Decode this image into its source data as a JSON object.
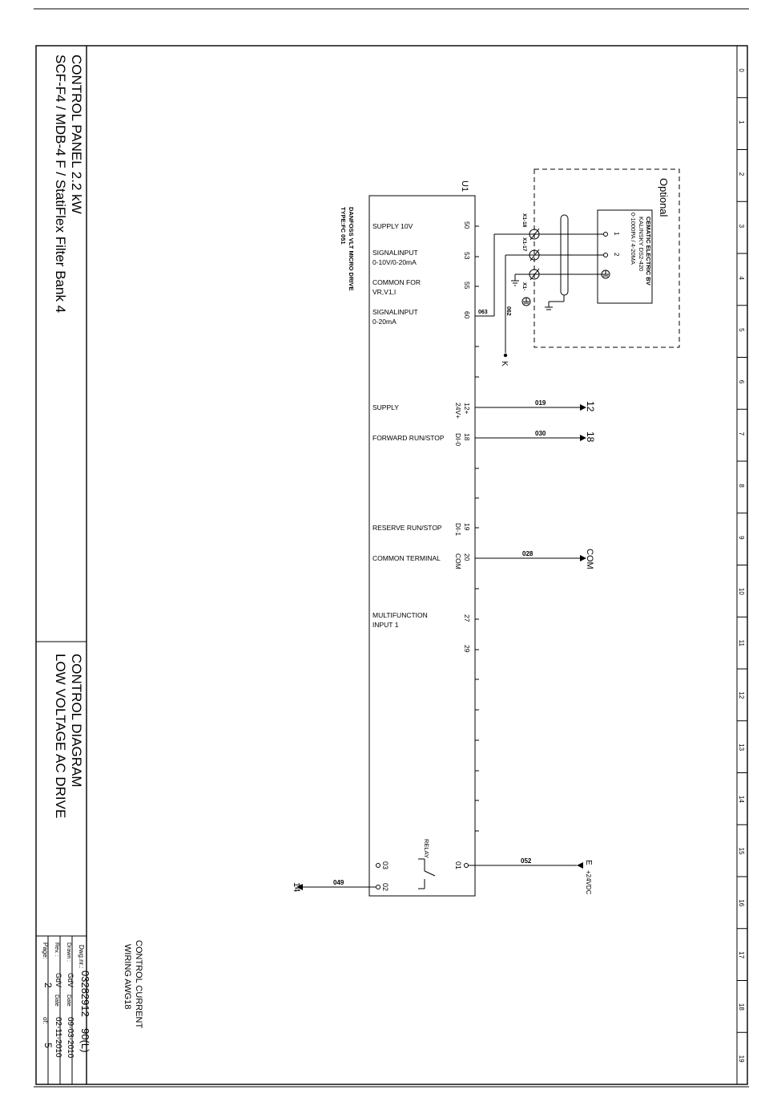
{
  "title_block": {
    "panel_title": "CONTROL PANEL 2.2 kW",
    "panel_subtitle": "SCF-F4 / MDB-4 F / StatiFlex Filter Bank 4",
    "diagram_title": "CONTROL DIAGRAM",
    "diagram_subtitle": "LOW VOLTAGE AC DRIVE",
    "dwg_label": "Dwg.nr.:",
    "dwg_number": "03282912",
    "dwg_rev": "90(L)",
    "drawn_label": "Drawn :",
    "drawn_by": "GdV",
    "drawn_date_label": "Date",
    "drawn_date": "09-03-2010",
    "rev_label": "Rev. :",
    "rev_by": "GdV",
    "rev_date_label": "Date",
    "rev_date": "02-11-2010",
    "page_label": "Page:",
    "page_num": "2",
    "of_label": "of:",
    "page_total": "5"
  },
  "note": {
    "line1": "CONTROL CURRENT",
    "line2": "WIRING AWG18"
  },
  "ruler": [
    "0",
    "1",
    "2",
    "3",
    "4",
    "5",
    "6",
    "7",
    "8",
    "9",
    "10",
    "11",
    "12",
    "13",
    "14",
    "15",
    "16",
    "17",
    "18",
    "19"
  ],
  "drive": {
    "designator": "U1",
    "name_line1": "DANFOSS VLT MICRO DRIVE",
    "name_line2": "TYPE:FC 051",
    "relay_label": "RELAY"
  },
  "terminals": [
    {
      "label1": "SUPPLY 10V",
      "label2": "",
      "num": "50",
      "alt": ""
    },
    {
      "label1": "SIGNALINPUT",
      "label2": "0-10V/0-20mA",
      "num": "53",
      "alt": ""
    },
    {
      "label1": "COMMON FOR",
      "label2": "VR,V1,I",
      "num": "55",
      "alt": ""
    },
    {
      "label1": "SIGNALINPUT",
      "label2": "0-20mA",
      "num": "60",
      "alt": ""
    },
    {
      "label1": "SUPPLY",
      "label2": "",
      "num": "12+",
      "alt": "24V+"
    },
    {
      "label1": "FORWARD RUN/STOP",
      "label2": "",
      "num": "18",
      "alt": "DI-0"
    },
    {
      "label1": "RESERVE RUN/STOP",
      "label2": "",
      "num": "19",
      "alt": "DI-1"
    },
    {
      "label1": "COMMON TERMINAL",
      "label2": "",
      "num": "20",
      "alt": "COM"
    },
    {
      "label1": "MULTIFUNCTION",
      "label2": "INPUT 1",
      "num": "27",
      "alt": ""
    },
    {
      "label1": "",
      "label2": "",
      "num": "29",
      "alt": ""
    }
  ],
  "relay_terminals": {
    "t1": "01",
    "t2": "02",
    "t3": "03"
  },
  "wires": {
    "w063": "063",
    "w062": "062",
    "w019": "019",
    "w030": "030",
    "w028": "028",
    "w052": "052",
    "w049": "049"
  },
  "destinations": {
    "d12": "12",
    "d18": "18",
    "dCOM": "COM",
    "dK": "K",
    "dE": "E",
    "d24": "+24VDC",
    "d14": "14"
  },
  "optional": {
    "title": "Optional",
    "x1_18": "X1-18",
    "x1_17": "X1-17",
    "x1_pe": "X1-",
    "sensor_line1": "CEMATIC ELECTRIC BV",
    "sensor_line2": "KALINSKY DS2-420",
    "sensor_line3": "0-1000PA / 4-20MA",
    "pin1": "1",
    "pin2": "2"
  }
}
